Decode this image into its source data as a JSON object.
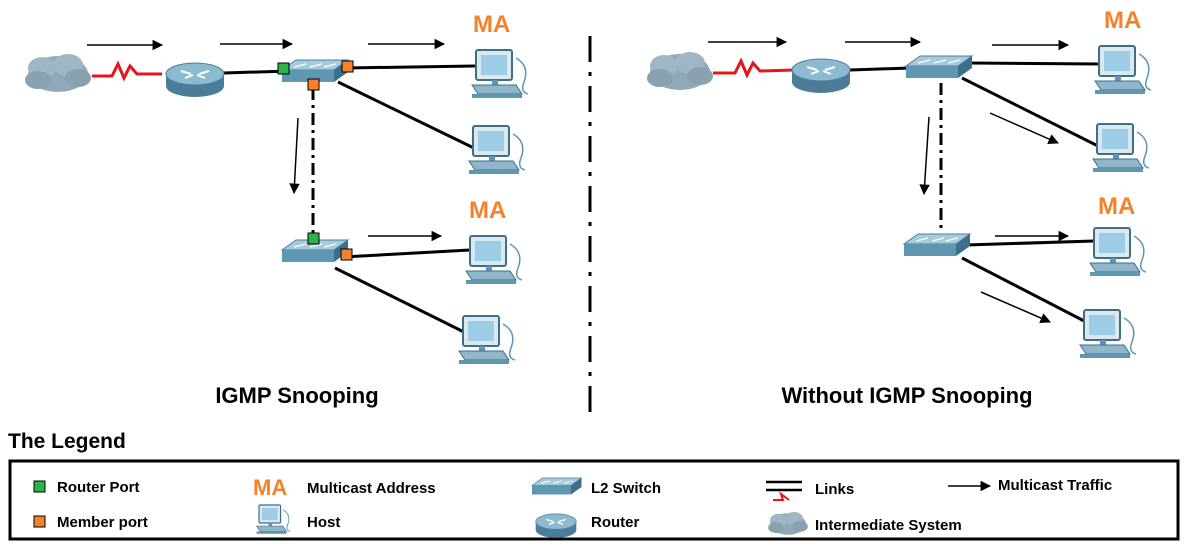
{
  "left_panel": {
    "caption": "IGMP Snooping",
    "ma_labels": [
      "MA",
      "MA"
    ]
  },
  "right_panel": {
    "caption": "Without IGMP Snooping",
    "ma_labels": [
      "MA",
      "MA"
    ]
  },
  "legend": {
    "title": "The Legend",
    "ma_symbol": "MA",
    "router_port": "Router Port",
    "member_port": "Member port",
    "multicast_address": "Multicast Address",
    "host": "Host",
    "l2_switch": "L2 Switch",
    "router": "Router",
    "links": "Links",
    "intermediate_system": "Intermediate System",
    "multicast_traffic": "Multicast Traffic"
  },
  "colors": {
    "router_port": "#2db34a",
    "member_port": "#f5822a",
    "ma_text": "#f5822a",
    "serial_link": "#e8141b",
    "link": "#000000",
    "device": "#5f97b3"
  }
}
